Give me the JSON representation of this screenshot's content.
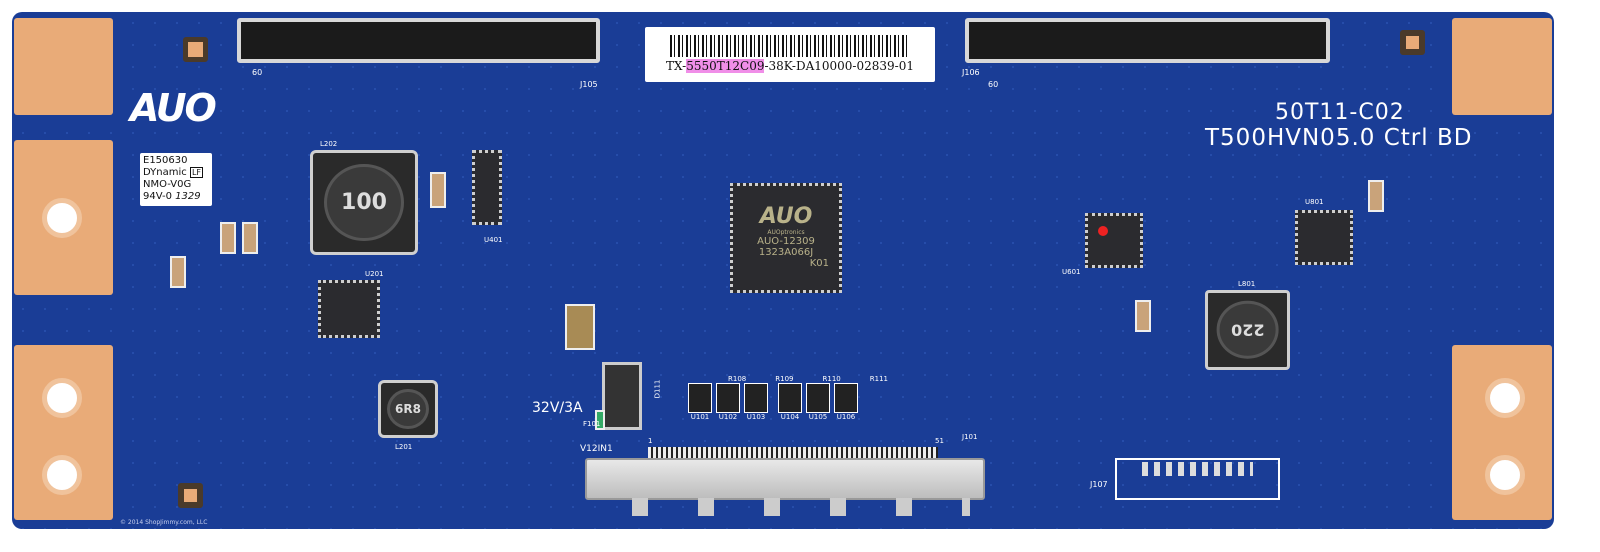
{
  "board": {
    "model": "50T11-C02",
    "name": "T500HVN05.0 Ctrl BD",
    "brand_logo": "AUO",
    "barcode_text_prefix": "TX-",
    "barcode_text_highlight": "5550T12C09",
    "barcode_text_suffix": "-38K-DA10000-02839-01",
    "ul_label": {
      "line1": "E150630",
      "line2": "DYnamic",
      "line3": "NMO-V0G",
      "line4": "94V-0",
      "date": "1329",
      "lf": "LF"
    },
    "main_chip": {
      "logo": "AUO",
      "maker": "AUOptronics",
      "part": "AUO-12309",
      "lot": "1323A066J",
      "code": "K01"
    },
    "inductors": {
      "l202": "100",
      "l801": "220",
      "l201": "6R8"
    },
    "fuse_rating": "32V/3A",
    "refs": {
      "j105": "J105",
      "j106": "J106",
      "j101": "J101",
      "j107": "J107",
      "u401": "U401",
      "u201": "U201",
      "u601": "U601",
      "u801": "U801",
      "v12in1": "V12IN1",
      "l202": "L202",
      "l201": "L201",
      "l801": "L801",
      "d111": "D111",
      "f101": "F101"
    },
    "buffers": [
      "U101",
      "U102",
      "U103",
      "U104",
      "U105",
      "U106"
    ],
    "resistors": [
      "R108",
      "R109",
      "R110",
      "R111"
    ],
    "pin_labels": {
      "first": "1",
      "last": "51",
      "top_left": "60",
      "top_right": "60"
    },
    "copyright": "© 2014 ShopJimmy.com, LLC"
  },
  "colors": {
    "pcb": "#1a3d96",
    "copper": "#e9ab78",
    "silk": "#ffffff",
    "highlight": "#f08ee8"
  }
}
